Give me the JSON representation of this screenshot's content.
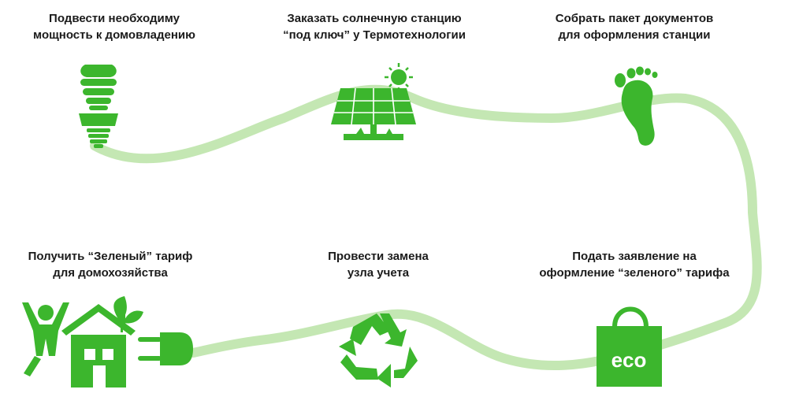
{
  "diagram": {
    "colors": {
      "icon": "#3cb62d",
      "path": "#c4e7b3",
      "text": "#1b1b1b"
    },
    "steps": [
      {
        "line1": "Подвести необходиму",
        "line2": "мощность к домовладению",
        "icon": "bulb-icon"
      },
      {
        "line1": "Заказать солнечную станцию",
        "line2": "“под ключ” у Термотехнологии",
        "icon": "solar-panel-icon"
      },
      {
        "line1": "Собрать пакет документов",
        "line2": "для оформления станции",
        "icon": "footprint-icon"
      },
      {
        "line1": "Подать заявление на",
        "line2": "оформление “зеленого” тарифа",
        "icon": "eco-bag-icon"
      },
      {
        "line1": "Провести замена",
        "line2": "узла учета",
        "icon": "recycle-icon"
      },
      {
        "line1": "Получить “Зеленый” тариф",
        "line2": "для домохозяйства",
        "icon": "green-house-icon"
      }
    ],
    "eco_text": "eco"
  }
}
